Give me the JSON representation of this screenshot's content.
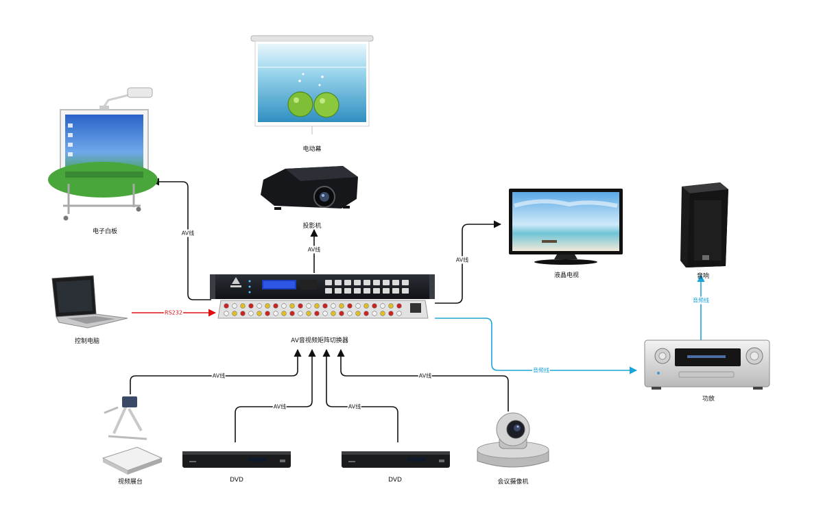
{
  "devices": {
    "whiteboard": "电子白板",
    "screen": "电动幕",
    "projector": "投影机",
    "tv": "液晶电视",
    "speaker": "音响",
    "laptop": "控制电脑",
    "matrix": "AV音视频矩阵切换器",
    "amplifier": "功放",
    "visualizer": "视频展台",
    "dvd1": "DVD",
    "dvd2": "DVD",
    "camera": "会议摄像机"
  },
  "wires": {
    "whiteboard": "AV线",
    "projector": "AV线",
    "tv": "AV线",
    "laptop": "RS232",
    "amplifier": "音频线",
    "speaker": "音频线",
    "visualizer": "AV线",
    "dvd1": "AV线",
    "dvd2": "AV线",
    "camera": "AV线"
  },
  "colors": {
    "av_line": "#111111",
    "rs232_line": "#dd1111",
    "audio_line": "#1aa3d9"
  }
}
